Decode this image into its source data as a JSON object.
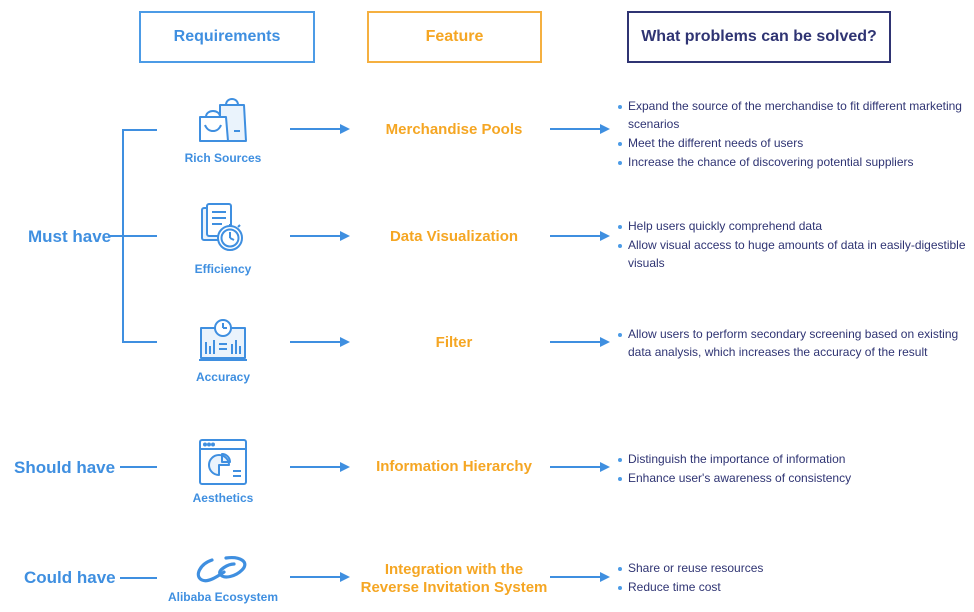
{
  "headers": {
    "requirements": "Requirements",
    "feature": "Feature",
    "problems": "What problems can be solved?"
  },
  "priorities": {
    "must": "Must have",
    "should": "Should have",
    "could": "Could have"
  },
  "rows": [
    {
      "requirement": "Rich Sources",
      "icon": "shopping-bag-icon",
      "feature": "Merchandise Pools",
      "problems": [
        "Expand the source of the merchandise to fit different marketing scenarios",
        "Meet the different needs of users",
        "Increase the chance of discovering potential suppliers"
      ]
    },
    {
      "requirement": "Efficiency",
      "icon": "stopwatch-document-icon",
      "feature": "Data Visualization",
      "problems": [
        "Help users quickly comprehend data",
        "Allow visual access to huge amounts of data in easily-digestible visuals"
      ]
    },
    {
      "requirement": "Accuracy",
      "icon": "dashboard-screen-icon",
      "feature": "Filter",
      "problems": [
        "Allow users to perform secondary screening based on existing data analysis, which increases the accuracy of the result"
      ]
    },
    {
      "requirement": "Aesthetics",
      "icon": "browser-chart-icon",
      "feature": "Information Hierarchy",
      "problems": [
        "Distinguish the importance of information",
        "Enhance user's awareness of consistency"
      ]
    },
    {
      "requirement": "Alibaba Ecosystem",
      "icon": "alibaba-logo-icon",
      "feature_line1": "Integration with the",
      "feature_line2": "Reverse Invitation System",
      "problems": [
        "Share or reuse resources",
        "Reduce time cost"
      ]
    }
  ],
  "colors": {
    "blue": "#3f8fe0",
    "orange": "#f5a623",
    "navy": "#2f3473"
  }
}
